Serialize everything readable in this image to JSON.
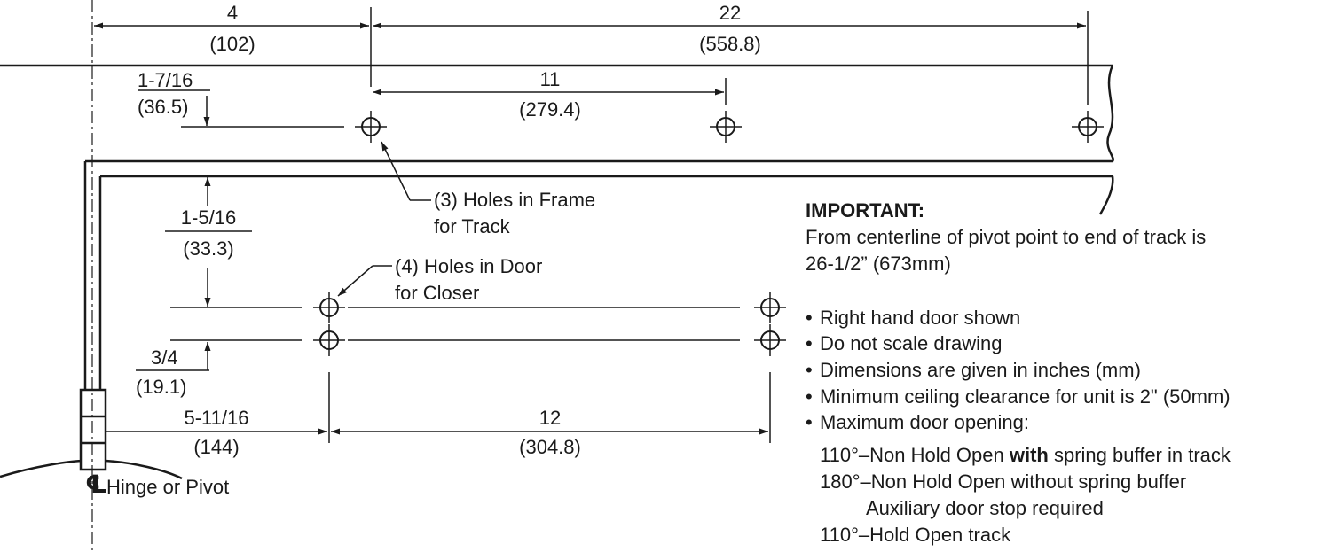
{
  "dimensions": {
    "frame_offset": {
      "in": "4",
      "mm": "(102)"
    },
    "track_length": {
      "in": "22",
      "mm": "(558.8)"
    },
    "hole_spacing": {
      "in": "11",
      "mm": "(279.4)"
    },
    "hole_drop": {
      "in": "1-7/16",
      "mm": "(36.5)"
    },
    "frame_to_door": {
      "in": "1-5/16",
      "mm": "(33.3)"
    },
    "door_hole_spacing_v": {
      "in": "3/4",
      "mm": "(19.1)"
    },
    "door_hole_offset": {
      "in": "5-11/16",
      "mm": "(144)"
    },
    "door_hole_spacing_h": {
      "in": "12",
      "mm": "(304.8)"
    }
  },
  "callouts": {
    "frame_holes": {
      "line1": "(3) Holes in Frame",
      "line2": "for Track"
    },
    "door_holes": {
      "line1": "(4) Holes in Door",
      "line2": "for Closer"
    },
    "centerline_symbol": "℄",
    "centerline": "Hinge or Pivot"
  },
  "notes": {
    "heading": "IMPORTANT:",
    "important_line1": "From centerline of pivot point to end of track is",
    "important_line2": "26-1/2” (673mm)",
    "bullet": "•",
    "bullets": [
      "Right hand door shown",
      "Do not scale drawing",
      "Dimensions are given in inches (mm)",
      "Minimum ceiling clearance for unit is 2\" (50mm)",
      "Maximum door opening:"
    ],
    "openings": {
      "o1_prefix": "110°–Non Hold Open ",
      "o1_bold": "with",
      "o1_suffix": " spring buffer in track",
      "o2": "180°–Non Hold Open without spring buffer",
      "o2_sub": "Auxiliary door stop required",
      "o3": "110°–Hold Open track"
    }
  }
}
